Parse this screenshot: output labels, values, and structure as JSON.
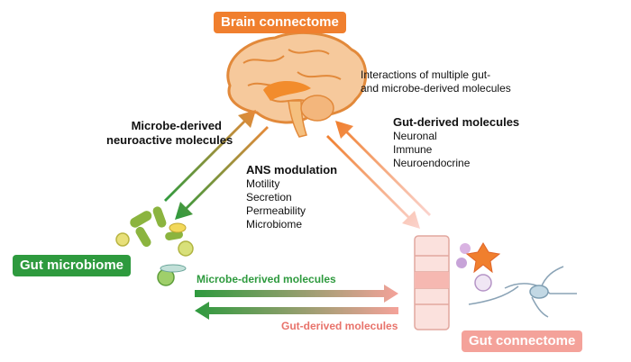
{
  "nodes": {
    "brain": {
      "label": "Brain connectome",
      "color": "#f07f2e"
    },
    "microbiome": {
      "label": "Gut microbiome",
      "color": "#2e9a3e"
    },
    "gut": {
      "label": "Gut connectome",
      "color": "#f4a29a"
    }
  },
  "annotations": {
    "interactions": {
      "line1": "Interactions of multiple gut-",
      "line2": "and microbe-derived molecules"
    },
    "microbe_neuro": {
      "line1": "Microbe-derived",
      "line2": "neuroactive molecules"
    },
    "gut_derived": {
      "title": "Gut-derived molecules",
      "items": [
        "Neuronal",
        "Immune",
        "Neuroendocrine"
      ]
    },
    "ans": {
      "title": "ANS modulation",
      "items": [
        "Motility",
        "Secretion",
        "Permeability",
        "Microbiome"
      ]
    },
    "microbe_molecules": "Microbe-derived molecules",
    "gut_molecules": "Gut-derived molecules"
  },
  "colors": {
    "green": "#2e9a3e",
    "orange": "#f07f2e",
    "pink": "#f4a29a",
    "red_text": "#e8736b"
  }
}
